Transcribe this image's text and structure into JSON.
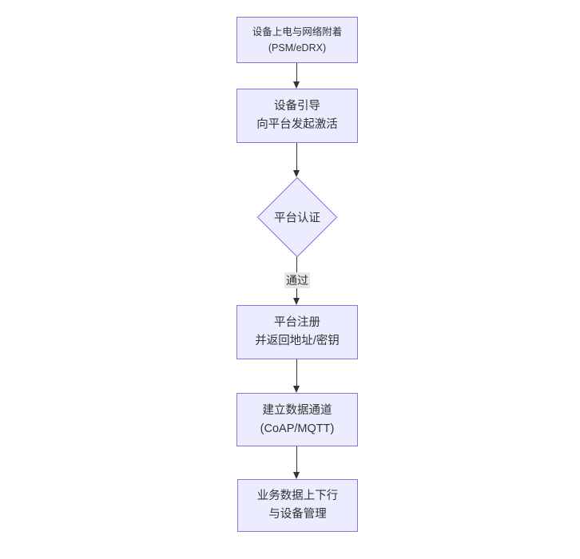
{
  "colors": {
    "background": "#ffffff",
    "node_fill": "#ececff",
    "node_border": "#9370db",
    "text": "#333333",
    "edge": "#333333",
    "edge_label_bg": "#e8e8e8"
  },
  "flowchart": {
    "type": "vertical-flow",
    "nodes": [
      {
        "id": "power-on",
        "shape": "rect",
        "line1": "设备上电与网络附着",
        "line2": "(PSM/eDRX)"
      },
      {
        "id": "bootstrap",
        "shape": "rect",
        "line1": "设备引导",
        "line2": "向平台发起激活"
      },
      {
        "id": "auth",
        "shape": "diamond",
        "line1": "平台认证",
        "line2": ""
      },
      {
        "id": "register",
        "shape": "rect",
        "line1": "平台注册",
        "line2": "并返回地址/密钥"
      },
      {
        "id": "channel",
        "shape": "rect",
        "line1": "建立数据通道",
        "line2": "(CoAP/MQTT)"
      },
      {
        "id": "business",
        "shape": "rect",
        "line1": "业务数据上下行",
        "line2": "与设备管理"
      }
    ],
    "edges": [
      {
        "from": "power-on",
        "to": "bootstrap",
        "label": ""
      },
      {
        "from": "bootstrap",
        "to": "auth",
        "label": ""
      },
      {
        "from": "auth",
        "to": "register",
        "label": "通过"
      },
      {
        "from": "register",
        "to": "channel",
        "label": ""
      },
      {
        "from": "channel",
        "to": "business",
        "label": ""
      }
    ]
  }
}
